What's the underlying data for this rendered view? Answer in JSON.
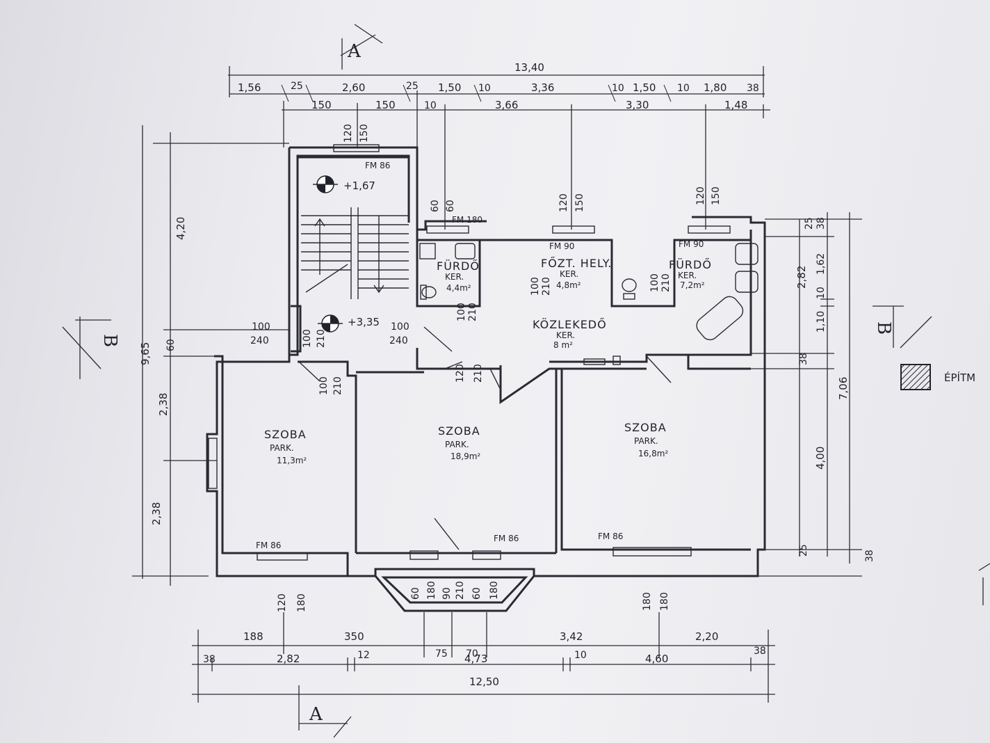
{
  "rooms": {
    "bath1": {
      "name": "FÜRDŐ",
      "floor": "KER.",
      "area": "4,4m²"
    },
    "kitchen": {
      "name": "FŐZT. HELY.",
      "floor": "KER.",
      "area": "4,8m²"
    },
    "bath2": {
      "name": "FÜRDŐ",
      "floor": "KER.",
      "area": "7,2m²"
    },
    "hall": {
      "name": "KÖZLEKEDŐ",
      "floor": "KER.",
      "area": "8 m²"
    },
    "room1": {
      "name": "SZOBA",
      "floor": "PARK.",
      "area": "11,3m²"
    },
    "room2": {
      "name": "SZOBA",
      "floor": "PARK.",
      "area": "18,9m²"
    },
    "room3": {
      "name": "SZOBA",
      "floor": "PARK.",
      "area": "16,8m²"
    }
  },
  "levels": {
    "upper": "+1,67",
    "lower": "+3,35"
  },
  "windows": {
    "stair": "FM 86",
    "w1": "FM 180",
    "w2": "FM 90",
    "w3": "FM 90",
    "s1": "FM 86",
    "s2": "FM 86",
    "s3": "FM 86"
  },
  "dims": {
    "top_total": "13,40",
    "top_row1": [
      "1,56",
      "25",
      "2,60",
      "25",
      "1,50",
      "10",
      "3,36",
      "10",
      "1,50",
      "10",
      "1,80",
      "38"
    ],
    "top_row2": [
      "150",
      "150",
      "10",
      "3,66",
      "3,30",
      "1,48"
    ],
    "bottom_row1": [
      "188",
      "350",
      "75",
      "70",
      "3,42",
      "2,20"
    ],
    "bottom_row2": [
      "38",
      "2,82",
      "12",
      "4,73",
      "10",
      "4,60",
      "38"
    ],
    "bottom_total": "12,50",
    "left_row": [
      "4,20",
      "60",
      "2,38",
      "2,38"
    ],
    "left_total": "9,65",
    "right_row": [
      "25",
      "38",
      "1,62",
      "10",
      "1,10",
      "38",
      "4,00",
      "25"
    ],
    "right_mid": "2,82",
    "right_total": "7,06",
    "right_small": "38",
    "heights_top": [
      "120",
      "150",
      "60",
      "60",
      "120",
      "150",
      "120",
      "150"
    ],
    "heights_bottom": [
      "120",
      "180",
      "60",
      "180",
      "90",
      "210",
      "60",
      "180",
      "180",
      "180"
    ],
    "doors": [
      "100",
      "240",
      "100",
      "210",
      "100",
      "210",
      "100",
      "210",
      "120",
      "210",
      "100",
      "210",
      "100",
      "210",
      "100",
      "240"
    ]
  },
  "sections": {
    "a_top": "A",
    "a_bottom": "A",
    "b_left": "B",
    "b_right": "B"
  },
  "legend": {
    "label": "ÉPÍTM"
  }
}
